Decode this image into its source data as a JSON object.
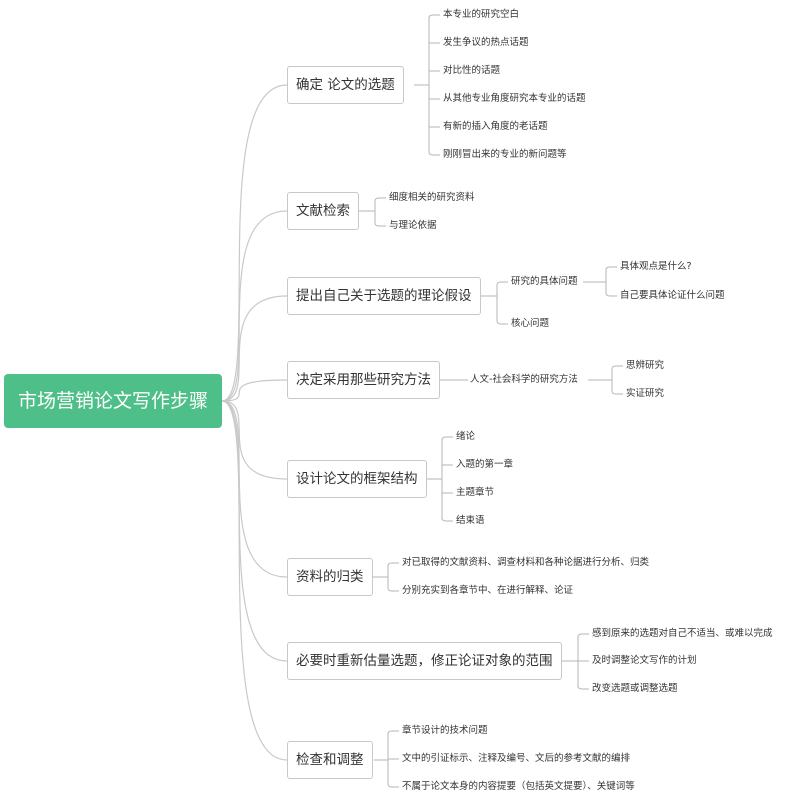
{
  "root": {
    "label": "市场营销论文写作步骤"
  },
  "branches": [
    {
      "label": "确定 论文的选题",
      "children": [
        {
          "label": "本专业的研究空白"
        },
        {
          "label": "发生争议的热点话题"
        },
        {
          "label": "对比性的话题"
        },
        {
          "label": "从其他专业角度研究本专业的话题"
        },
        {
          "label": "有新的插入角度的老话题"
        },
        {
          "label": "刚刚冒出来的专业的新问题等"
        }
      ]
    },
    {
      "label": "文献检索",
      "children": [
        {
          "label": "细度相关的研究资料"
        },
        {
          "label": "与理论依据"
        }
      ]
    },
    {
      "label": "提出自己关于选题的理论假设",
      "children": [
        {
          "label": "研究的具体问题",
          "children": [
            {
              "label": "具体观点是什么?"
            },
            {
              "label": "自己要具体论证什么问题"
            }
          ]
        },
        {
          "label": "核心问题"
        }
      ]
    },
    {
      "label": "决定采用那些研究方法",
      "children": [
        {
          "label": "人文-社会科学的研究方法",
          "children": [
            {
              "label": "思辨研究"
            },
            {
              "label": "实证研究"
            }
          ]
        }
      ]
    },
    {
      "label": "设计论文的框架结构",
      "children": [
        {
          "label": "绪论"
        },
        {
          "label": "入题的第一章"
        },
        {
          "label": "主题章节"
        },
        {
          "label": "结束语"
        }
      ]
    },
    {
      "label": "资料的归类",
      "children": [
        {
          "label": "对已取得的文献资料、调查材料和各种论据进行分析、归类"
        },
        {
          "label": "分别充实到各章节中、在进行解释、论证"
        }
      ]
    },
    {
      "label": "必要时重新估量选题，修正论证对象的范围",
      "children": [
        {
          "label": "感到原来的选题对自己不适当、或难以完成"
        },
        {
          "label": "及时调整论文写作的计划"
        },
        {
          "label": "改变选题或调整选题"
        }
      ]
    },
    {
      "label": "检查和调整",
      "children": [
        {
          "label": "章节设计的技术问题"
        },
        {
          "label": "文中的引证标示、注释及编号、文后的参考文献的编排"
        },
        {
          "label": "不属于论文本身的内容提要（包括英文提要）、关键词等"
        }
      ]
    }
  ]
}
